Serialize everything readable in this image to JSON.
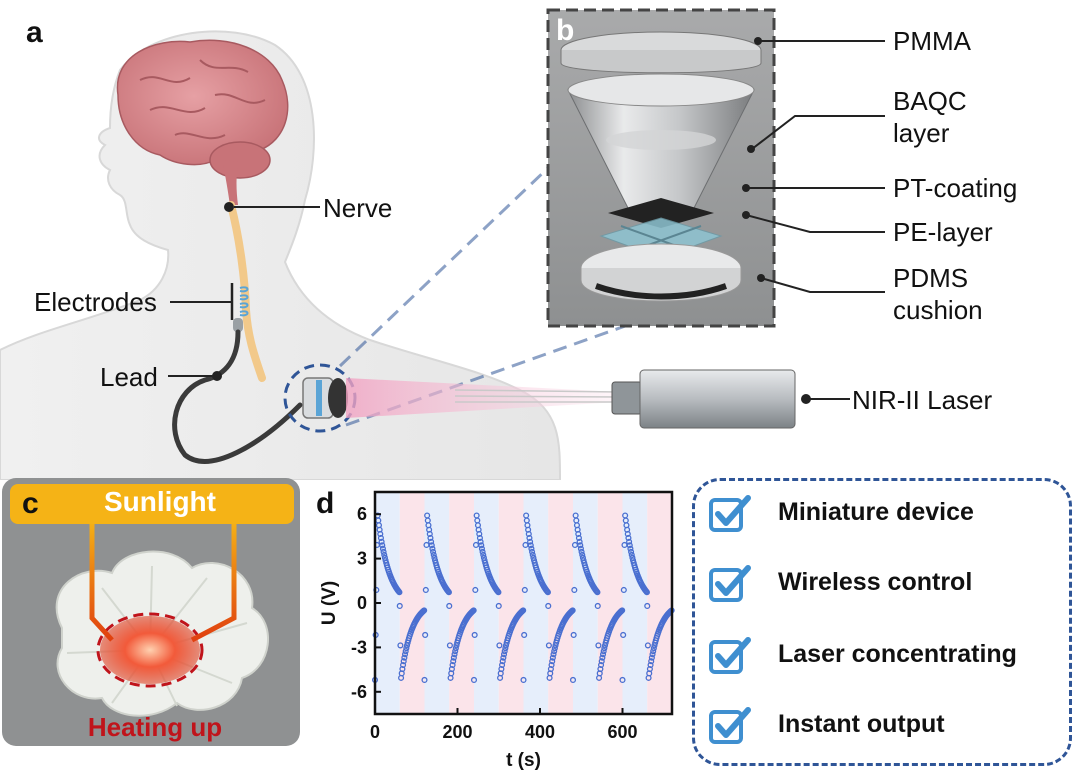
{
  "panels": {
    "a": "a",
    "b": "b",
    "c": "c",
    "d": "d"
  },
  "panel_a": {
    "labels": {
      "nerve": "Nerve",
      "electrodes": "Electrodes",
      "lead": "Lead",
      "laser": "NIR-II Laser"
    }
  },
  "panel_b": {
    "layers": {
      "pmma": "PMMA",
      "baqc_1": "BAQC",
      "baqc_2": "layer",
      "pt": "PT-coating",
      "pe": "PE-layer",
      "pdms_1": "PDMS",
      "pdms_2": "cushion"
    }
  },
  "panel_c": {
    "sunlight": "Sunlight",
    "heating": "Heating up"
  },
  "features": [
    {
      "label": "Miniature device",
      "icon": "checkbox-icon"
    },
    {
      "label": "Wireless control",
      "icon": "checkbox-icon"
    },
    {
      "label": "Laser concentrating",
      "icon": "checkbox-icon"
    },
    {
      "label": "Instant output",
      "icon": "checkbox-icon"
    }
  ],
  "colors": {
    "accent_blue": "#2f5597",
    "check_blue": "#3f8fd0",
    "sunlight_orange": "#f5b316",
    "heat_red": "#c0141b",
    "plot_blue": "#4a6fd0"
  },
  "chart_data": {
    "type": "scatter",
    "xlabel": "t (s)",
    "ylabel": "U (V)",
    "xlim": [
      0,
      720
    ],
    "ylim": [
      -7.5,
      7.5
    ],
    "xticks": [
      0,
      200,
      400,
      600
    ],
    "yticks": [
      6,
      3,
      0,
      -3,
      -6
    ],
    "xtick_labels": [
      "0",
      "200",
      "400",
      "600"
    ],
    "ytick_labels": [
      "6",
      "3",
      "0",
      "-3",
      "-6"
    ],
    "period_s": 120,
    "cycles": 6,
    "peak_V": 6.2,
    "trough_V": -5.2,
    "shading": {
      "on_color": "#fbe4ea",
      "off_color": "#e6eefb"
    }
  }
}
